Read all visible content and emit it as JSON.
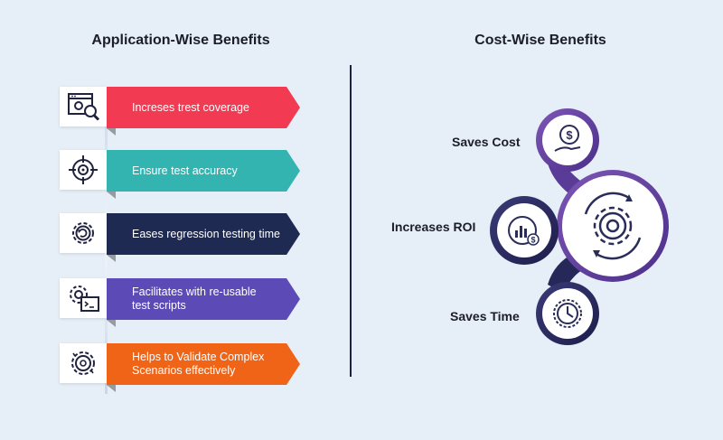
{
  "headings": {
    "left": "Application-Wise Benefits",
    "right": "Cost-Wise Benefits"
  },
  "app_benefits": [
    {
      "text": "Increses trest coverage",
      "color": "#f23a52",
      "icon": "search-code-icon"
    },
    {
      "text": "Ensure test accuracy",
      "color": "#34b4b0",
      "icon": "crosshair-icon"
    },
    {
      "text": "Eases regression testing time",
      "color": "#1f2a52",
      "icon": "gear-refresh-icon"
    },
    {
      "text": "Facilitates with re-usable\ntest scripts",
      "color": "#5c4ab6",
      "icon": "gear-terminal-icon"
    },
    {
      "text": "Helps to Validate Complex\nScenarios effectively",
      "color": "#f06418",
      "icon": "gear-check-icon"
    }
  ],
  "cost_benefits": [
    {
      "text": "Saves Cost",
      "icon": "dollar-hand-icon"
    },
    {
      "text": "Increases ROI",
      "icon": "chart-dollar-icon"
    },
    {
      "text": "Saves Time",
      "icon": "clock-icon"
    }
  ],
  "center_icon": "gear-cycle-icon"
}
